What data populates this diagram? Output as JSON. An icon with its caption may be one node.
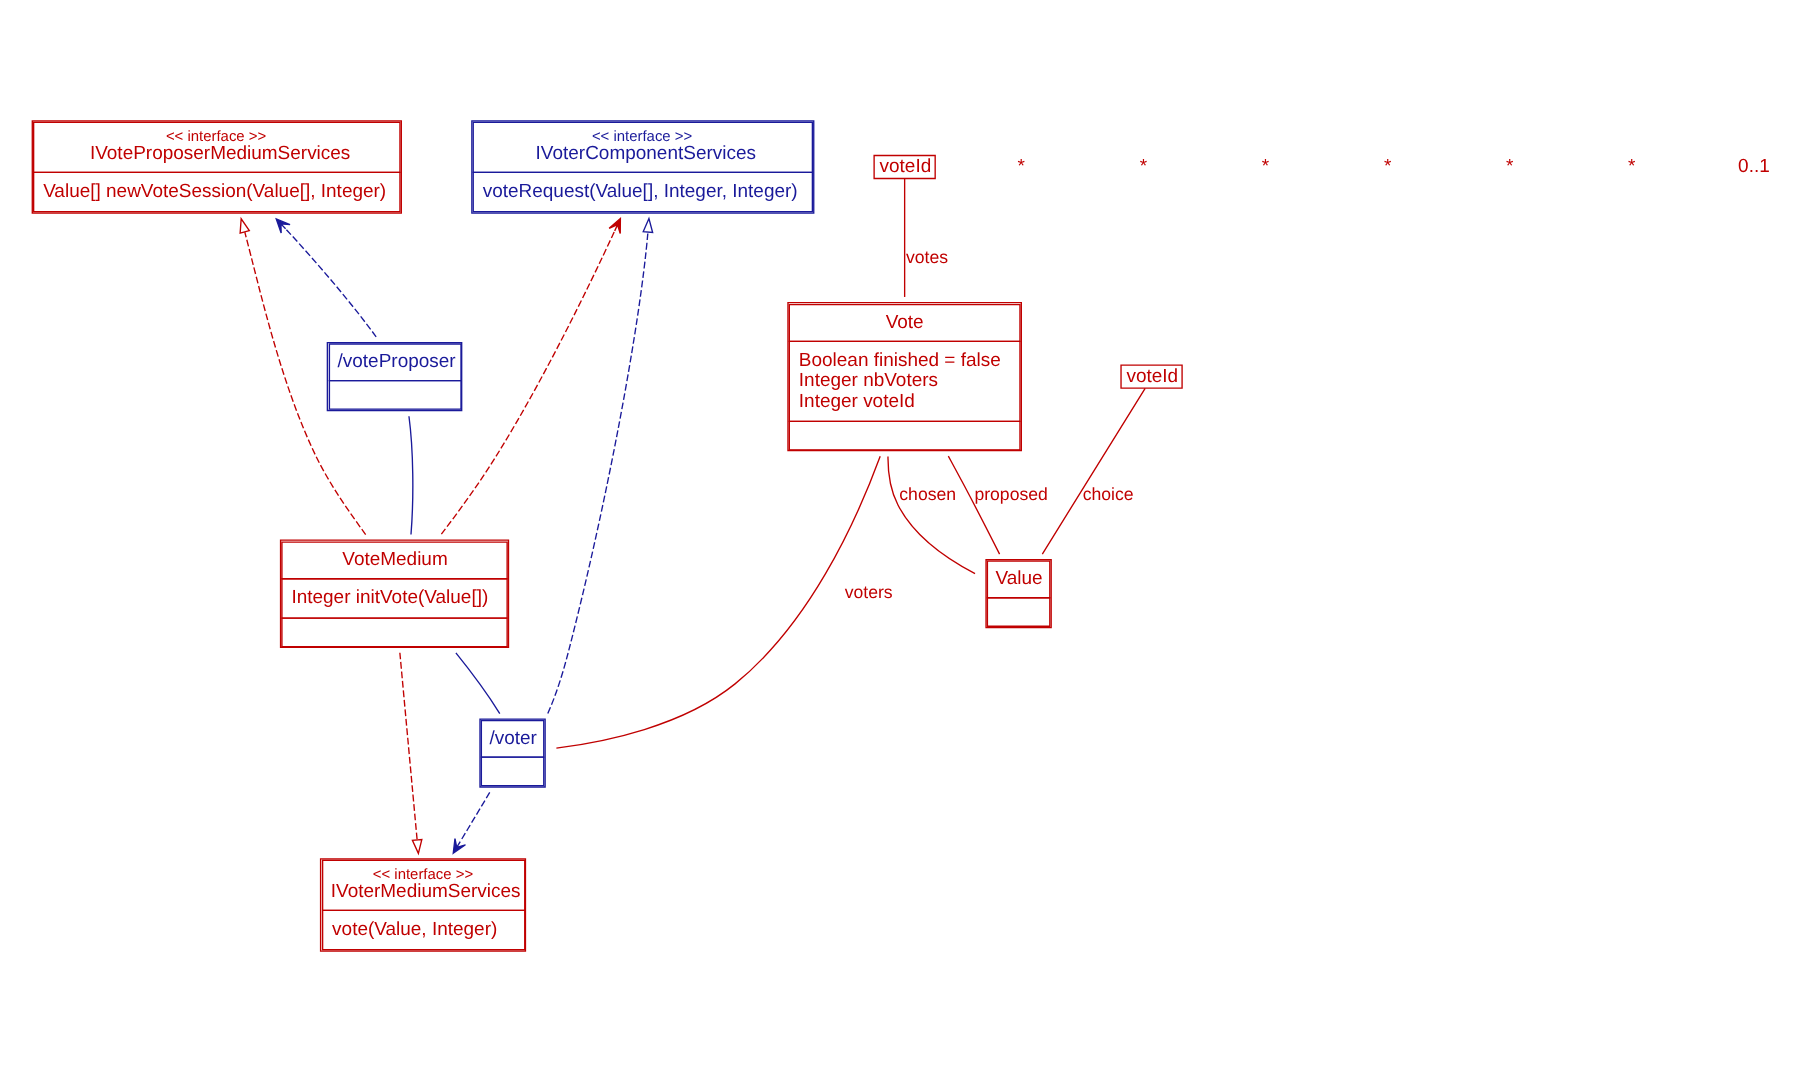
{
  "diagram": {
    "nodes": [
      {
        "text": [
          "<< interface >>",
          "IVoterComponentServices",
          "voteRequest(Value[], Integer, Integer)"
        ]
      },
      {
        "text": [
          "<< interface >>",
          "IVoteProposerMediumServices",
          "Value[] newVoteSession(Value[], Integer)"
        ]
      },
      {
        "text": [
          "Vote",
          "Boolean finished = false",
          "Integer nbVoters",
          "Integer voteId"
        ]
      },
      {
        "text": [
          "/voteProposer"
        ]
      },
      {
        "text": [
          "VoteMedium",
          "Integer initVote(Value[])"
        ]
      },
      {
        "text": [
          "voteId"
        ]
      },
      {
        "text": [
          "/voter"
        ]
      },
      {
        "text": [
          "voteId"
        ]
      },
      {
        "text": [
          "<< interface >>",
          "IVoterMediumServices",
          "vote(Value, Integer)"
        ]
      },
      {
        "text": [
          "Value"
        ]
      }
    ],
    "edges": [
      {
        "from": 3,
        "to": 1,
        "arrow": "to",
        "style": "dashed",
        "color": "#1a1a9a"
      },
      {
        "from": 4,
        "to": 1,
        "arrow": "to",
        "style": "dashed"
      },
      {
        "from": 4,
        "to": 0,
        "arrow": "to",
        "style": "dashed"
      },
      {
        "from": 6,
        "to": 0,
        "arrow": "to",
        "style": "dashed",
        "color": "#1a1a9a"
      },
      {
        "from": 3,
        "to": 4,
        "arrow": "none",
        "color": "#1a1a9a"
      },
      {
        "from": 6,
        "to": 4,
        "arrow": "none",
        "color": "#1a1a9a"
      },
      {
        "from": 6,
        "to": 8,
        "arrow": "to",
        "style": "dashed",
        "color": "#1a1a9a"
      },
      {
        "from": 4,
        "to": 8,
        "arrow": "to",
        "style": "dashed"
      },
      {
        "from": 5,
        "to": 2,
        "arrow": "none",
        "label": "votes"
      },
      {
        "from": 2,
        "to": 9,
        "arrow": "none",
        "label": "chosen"
      },
      {
        "from": 2,
        "to": 9,
        "arrow": "none",
        "label": "proposed"
      },
      {
        "from": 6,
        "to": 2,
        "arrow": "none",
        "label": "voters"
      },
      {
        "from": 7,
        "to": 9,
        "arrow": "none",
        "label": "choice"
      }
    ],
    "labels": [
      "*",
      "*",
      "*",
      "*",
      "*",
      "*",
      "0..1"
    ]
  }
}
